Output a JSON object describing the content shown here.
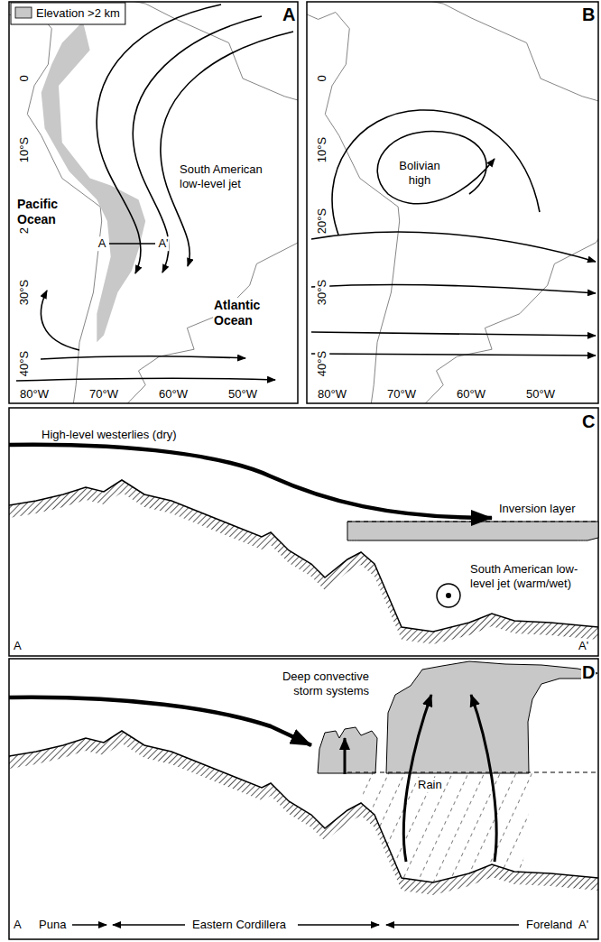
{
  "diagram": {
    "labels": [
      "A",
      "B",
      "C",
      "D",
      "0",
      "10°S",
      "20°S",
      "30°S",
      "40°S",
      "80°W",
      "70°W",
      "60°W",
      "50°W",
      "0",
      "10°S",
      "20°S",
      "30°S",
      "40°S",
      "80°W",
      "70°W",
      "60°W",
      "50°W",
      "Pacific Ocean",
      "South American low-level jet",
      "A",
      "A'",
      "Atlantic Ocean",
      "Bolivian high",
      "High-level westerlies (dry)",
      "Inversion layer",
      "South American low-level jet (warm/wet)",
      "A",
      "A'",
      "Deep convective storm systems",
      "Rain",
      "A",
      "Puna",
      "Eastern Cordillera",
      "Foreland",
      "A'"
    ],
    "legend": [
      {
        "text": "Elevation >2 km",
        "color": "#c8c8c8"
      }
    ]
  }
}
